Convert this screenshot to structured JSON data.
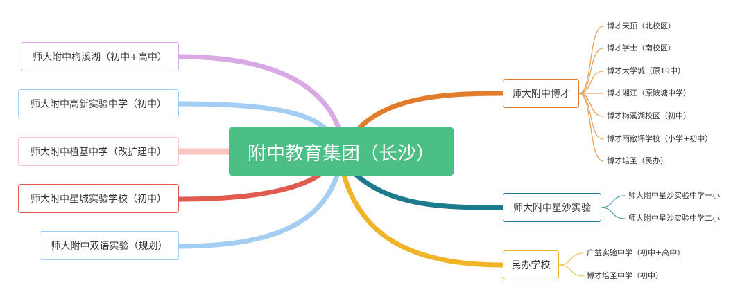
{
  "root": {
    "label": "附中教育集团（长沙）",
    "color": "#4cbf87"
  },
  "left_branches": [
    {
      "label": "师大附中梅溪湖（初中+高中）",
      "color": "#d9a9e6"
    },
    {
      "label": "师大附中高新实验中学（初中）",
      "color": "#a3cdf2"
    },
    {
      "label": "师大附中植基中学（改扩建中）",
      "color": "#f7c6c0"
    },
    {
      "label": "师大附中星城实验学校（初中）",
      "color": "#e05a4f"
    },
    {
      "label": "师大附中双语实验（规划）",
      "color": "#a3cdf2"
    }
  ],
  "right_branches": [
    {
      "label": "师大附中博才",
      "color": "#e07c2c",
      "leaf_color": "#e8a360",
      "children": [
        "博才天顶（北校区）",
        "博才学士（南校区）",
        "博才大学城（原19中）",
        "博才湘江（原陂塘中学）",
        "博才梅溪湖校区（初中）",
        "博才雨敞坪学校（小学+初中）",
        "博才培圣（民办）"
      ]
    },
    {
      "label": "师大附中星沙实验",
      "color": "#1b7a8c",
      "leaf_color": "#5aa0ad",
      "children": [
        "师大附中星沙实验中学一小",
        "师大附中星沙实验中学二小"
      ]
    },
    {
      "label": "民办学校",
      "color": "#f0b429",
      "leaf_color": "#f0c860",
      "children": [
        "广益实验中学（初中+高中）",
        "博才培圣中学（初中）"
      ]
    }
  ]
}
